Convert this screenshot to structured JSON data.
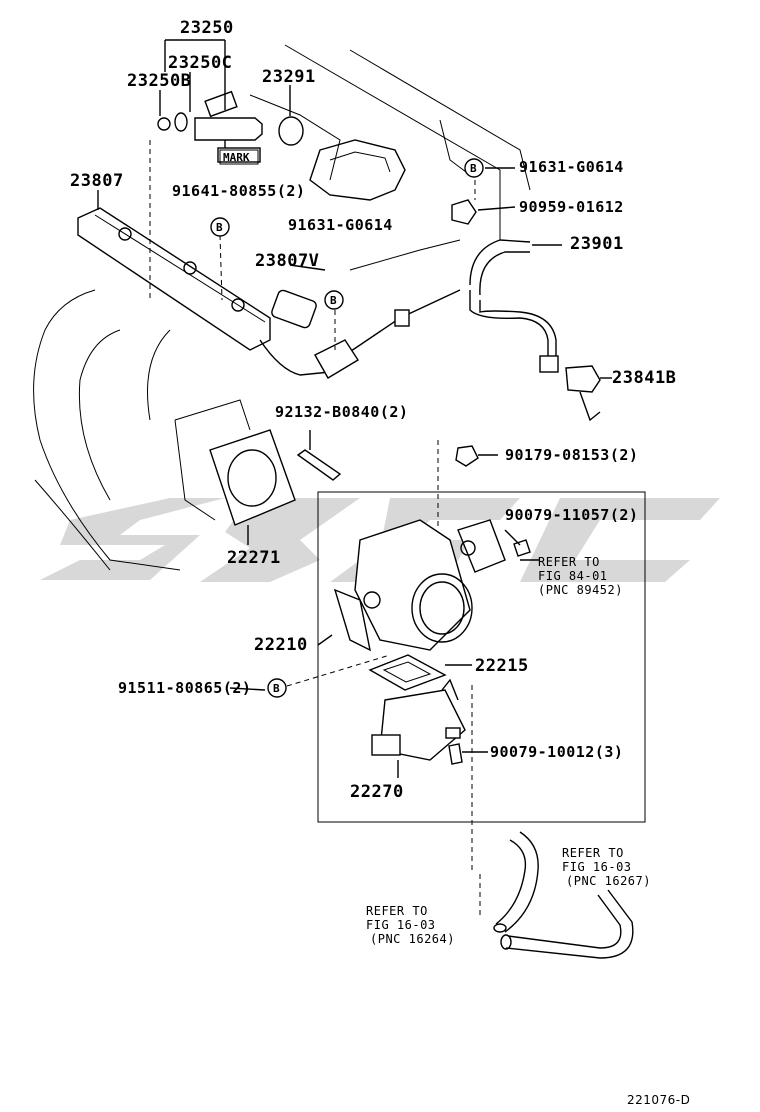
{
  "labels": {
    "p23250": "23250",
    "p23250C": "23250C",
    "p23250B": "23250B",
    "p23291": "23291",
    "mark": "MARK",
    "p23807": "23807",
    "p91641": "91641-80855(2)",
    "p91631_top": "91631-G0614",
    "p90959": "90959-01612",
    "p91631_mid": "91631-G0614",
    "p23807V": "23807V",
    "p23901": "23901",
    "p23841B": "23841B",
    "p92132": "92132-B0840(2)",
    "p90179": "90179-08153(2)",
    "p90079_11057": "90079-11057(2)",
    "p22271": "22271",
    "p22210": "22210",
    "p22215": "22215",
    "p91511": "91511-80865(2)",
    "p90079_10012": "90079-10012(3)",
    "p22270": "22270",
    "ref1_line1": "REFER TO",
    "ref1_line2": "FIG 84-01",
    "ref1_line3": "(PNC 89452)",
    "ref2_line1": "REFER TO",
    "ref2_line2": "FIG 16-03",
    "ref2_line3": "(PNC 16267)",
    "ref3_line1": "REFER TO",
    "ref3_line2": "FIG 16-03",
    "ref3_line3": "(PNC 16264)",
    "circle_b": "B",
    "diagram_code": "221076-D"
  },
  "colors": {
    "line": "#000000",
    "background": "#ffffff",
    "watermark": "#b8b8b8"
  }
}
